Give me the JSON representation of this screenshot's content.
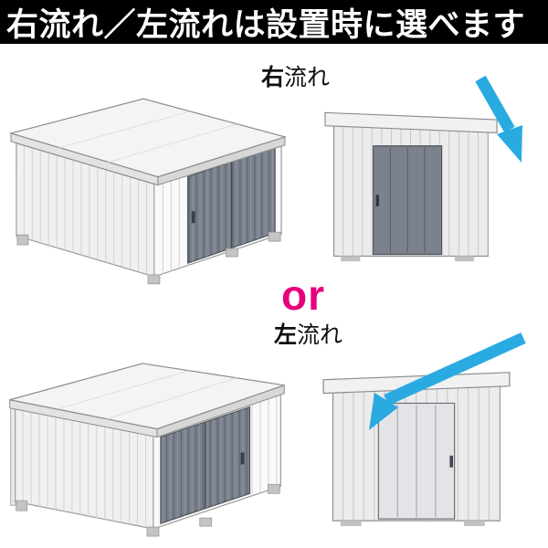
{
  "page": {
    "background": "#ffffff"
  },
  "header": {
    "title": "右流れ／左流れは設置時に選べます",
    "bg": "#000000",
    "text_color": "#ffffff"
  },
  "options": {
    "right": {
      "label_bold": "右",
      "label_rest": "流れ",
      "iso_illustration": "shed-isometric-right-flow",
      "front_illustration": "shed-front-right-flow",
      "arrow_icon": "arrow-down-right-icon"
    },
    "left": {
      "label_bold": "左",
      "label_rest": "流れ",
      "iso_illustration": "shed-isometric-left-flow",
      "front_illustration": "shed-front-left-flow",
      "arrow_icon": "arrow-down-left-icon"
    }
  },
  "connector": {
    "text": "or",
    "color": "#e6007e"
  },
  "colors": {
    "arrow_blue": "#29abe2",
    "shed_body": "#ececec",
    "shed_door_dark": "#7b828d",
    "outline": "#8c8c8c"
  }
}
